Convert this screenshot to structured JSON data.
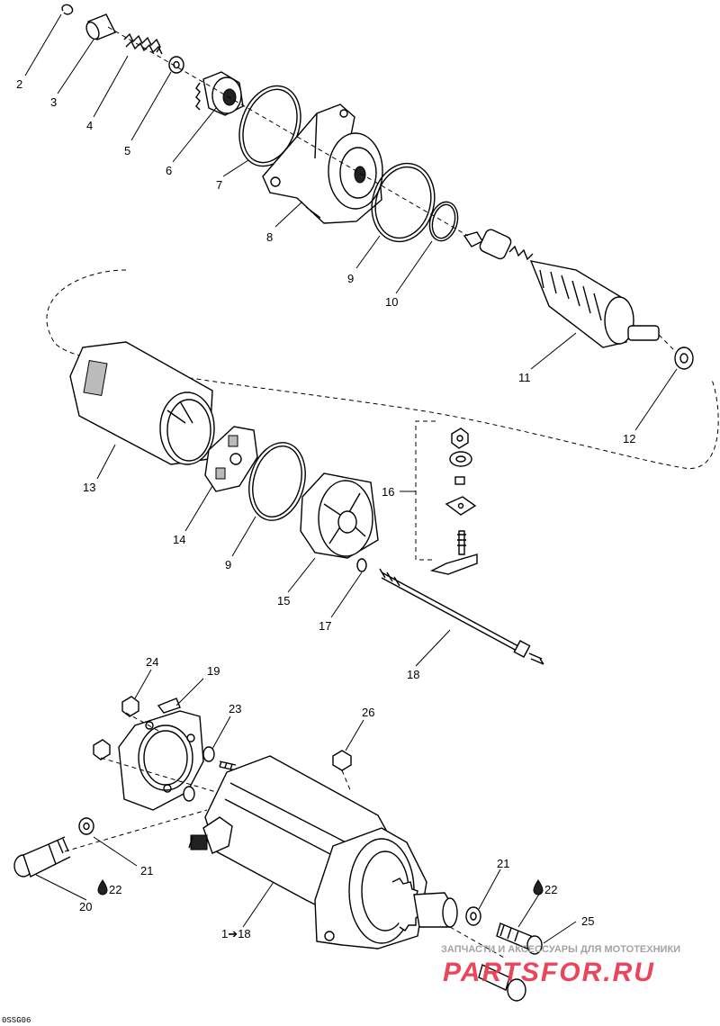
{
  "callouts": {
    "c2": "2",
    "c3": "3",
    "c4": "4",
    "c5": "5",
    "c6": "6",
    "c7": "7",
    "c8": "8",
    "c9a": "9",
    "c10": "10",
    "c11": "11",
    "c12": "12",
    "c13": "13",
    "c14": "14",
    "c9b": "9",
    "c15": "15",
    "c16": "16",
    "c17": "17",
    "c18": "18",
    "c24": "24",
    "c19": "19",
    "c23": "23",
    "c26": "26",
    "c21a": "21",
    "c22a": "22",
    "c20": "20",
    "c1to18": "1➔18",
    "c21b": "21",
    "c22b": "22",
    "c25": "25"
  },
  "watermark": {
    "line1": "ЗАПЧАСТИ И АКСЕССУАРЫ ДЛЯ МОТОТЕХНИКИ",
    "brand": "PARTSFOR.RU",
    "color": "#e8334a"
  },
  "figure_code": "0SSG06",
  "icons": {
    "drop": "loctite-drop-icon",
    "arrow": "arrow-right-icon"
  }
}
